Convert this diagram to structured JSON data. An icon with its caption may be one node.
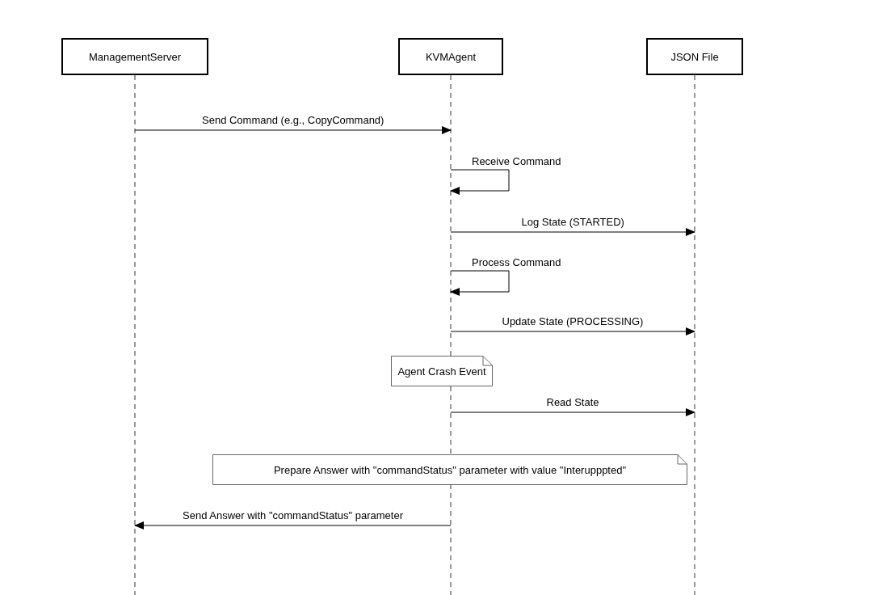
{
  "diagram": {
    "nodes": [
      {
        "text": [
          "ManagementServer"
        ]
      },
      {
        "text": [
          "KVMAgent"
        ]
      },
      {
        "text": [
          "JSON File"
        ]
      },
      {
        "text": [
          "Agent Crash Event"
        ]
      },
      {
        "text": [
          "Prepare Answer with \"commandStatus\" parameter with value \"Interupppted\""
        ]
      }
    ],
    "edges": [
      {
        "from": 0,
        "to": 1,
        "arrow": "to",
        "label": "Send Command (e.g., CopyCommand)"
      },
      {
        "from": 1,
        "to": 1,
        "arrow": "to",
        "label": "Receive Command"
      },
      {
        "from": 1,
        "to": 2,
        "arrow": "to",
        "label": "Log State (STARTED)"
      },
      {
        "from": 1,
        "to": 1,
        "arrow": "to",
        "label": "Process Command"
      },
      {
        "from": 1,
        "to": 2,
        "arrow": "to",
        "label": "Update State (PROCESSING)"
      },
      {
        "from": 1,
        "to": 2,
        "arrow": "to",
        "label": "Read State"
      },
      {
        "from": 1,
        "to": 0,
        "arrow": "to",
        "label": "Send Answer with \"commandStatus\" parameter"
      }
    ]
  }
}
